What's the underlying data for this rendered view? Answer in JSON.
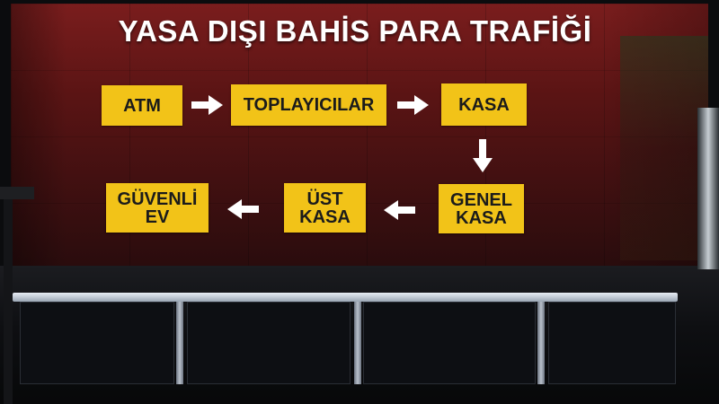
{
  "title": "YASA DIŞI BAHİS PARA TRAFİĞİ",
  "nodes": {
    "atm": "ATM",
    "toplayicilar": "TOPLAYICILAR",
    "kasa": "KASA",
    "genel_kasa": "GENEL\nKASA",
    "ust_kasa": "ÜST\nKASA",
    "guvenli_ev": "GÜVENLİ\nEV"
  },
  "colors": {
    "node_fill": "#f2c318",
    "node_text": "#1b1b1b",
    "arrow": "#ffffff",
    "background": "#5a1414",
    "title": "#ffffff"
  },
  "flow": [
    [
      "ATM",
      "TOPLAYICILAR"
    ],
    [
      "TOPLAYICILAR",
      "KASA"
    ],
    [
      "KASA",
      "GENEL KASA"
    ],
    [
      "GENEL KASA",
      "ÜST KASA"
    ],
    [
      "ÜST KASA",
      "GÜVENLİ EV"
    ]
  ]
}
